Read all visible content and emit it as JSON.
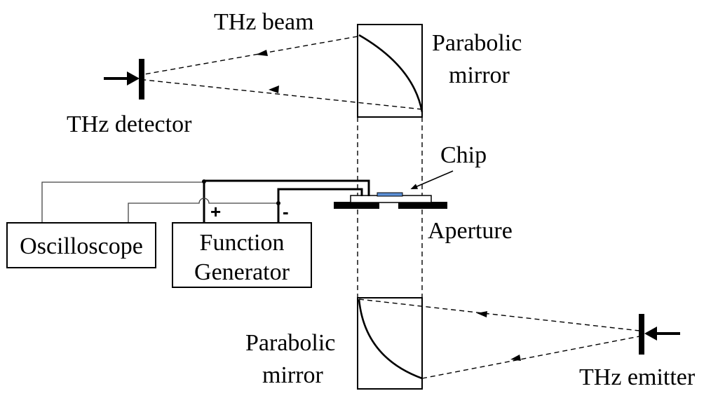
{
  "labels": {
    "thz_beam": "THz beam",
    "parabolic_mirror_top_line1": "Parabolic",
    "parabolic_mirror_top_line2": "mirror",
    "thz_detector": "THz detector",
    "chip": "Chip",
    "aperture": "Aperture",
    "oscilloscope": "Oscilloscope",
    "function_generator_line1": "Function",
    "function_generator_line2": "Generator",
    "plus": "+",
    "minus": "-",
    "parabolic_mirror_bottom_line1": "Parabolic",
    "parabolic_mirror_bottom_line2": "mirror",
    "thz_emitter": "THz emitter"
  },
  "colors": {
    "line": "#000000",
    "chip": "#5b8fd6"
  }
}
